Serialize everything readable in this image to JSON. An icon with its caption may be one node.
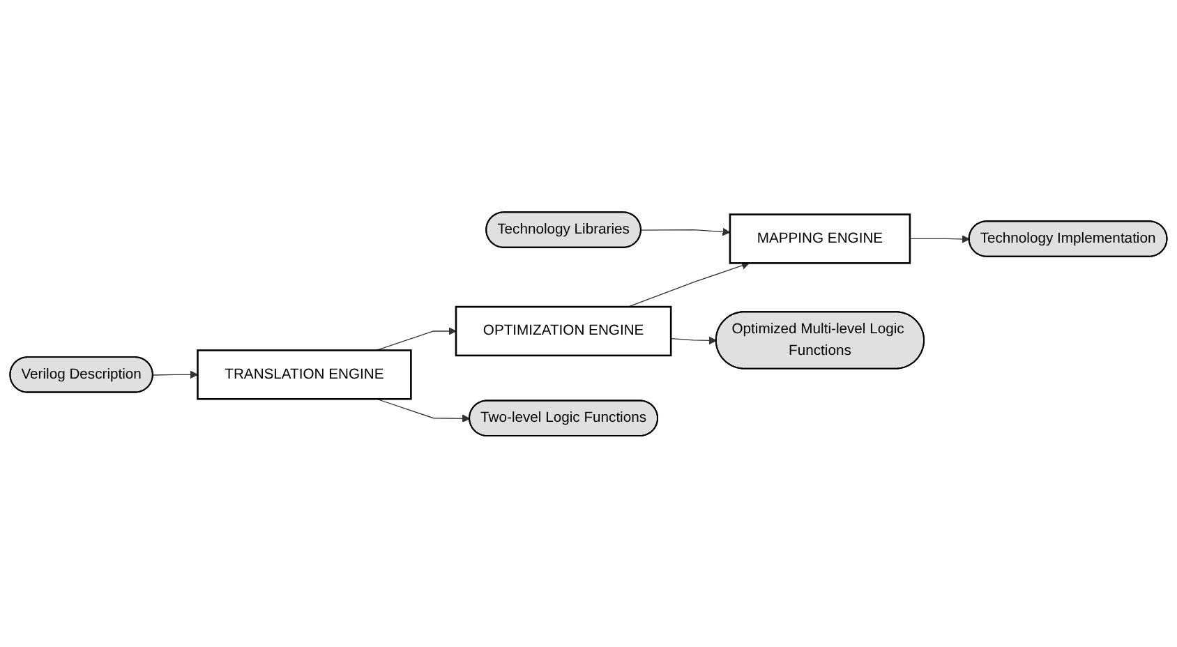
{
  "diagram": {
    "nodes": [
      {
        "text": [
          "Verilog Description"
        ]
      },
      {
        "text": [
          "Technology Libraries"
        ]
      },
      {
        "text": [
          "TRANSLATION ENGINE"
        ]
      },
      {
        "text": [
          "OPTIMIZATION ENGINE"
        ]
      },
      {
        "text": [
          "MAPPING ENGINE"
        ]
      },
      {
        "text": [
          "Two-level Logic Functions"
        ]
      },
      {
        "text": [
          "Optimized Multi-level Logic Functions"
        ]
      },
      {
        "text": [
          "Technology Implementation"
        ]
      }
    ],
    "edges": [
      {
        "from": 0,
        "to": 2,
        "arrow": "to"
      },
      {
        "from": 1,
        "to": 4,
        "arrow": "to"
      },
      {
        "from": 2,
        "to": 3,
        "arrow": "to"
      },
      {
        "from": 3,
        "to": 4,
        "arrow": "to"
      },
      {
        "from": 2,
        "to": 5,
        "arrow": "to"
      },
      {
        "from": 3,
        "to": 6,
        "arrow": "to"
      },
      {
        "from": 4,
        "to": 7,
        "arrow": "to"
      }
    ]
  }
}
